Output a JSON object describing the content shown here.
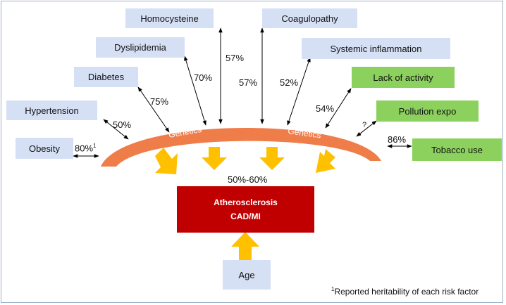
{
  "boxes": {
    "homocysteine": "Homocysteine",
    "coagulopathy": "Coagulopathy",
    "dyslipidemia": "Dyslipidemia",
    "systemic_inflammation": "Systemic inflammation",
    "diabetes": "Diabetes",
    "lack_of_activity": "Lack of activity",
    "hypertension": "Hypertension",
    "pollution": "Pollution expo",
    "obesity": "Obesity",
    "tobacco": "Tobacco use",
    "age": "Age",
    "outcome_line1": "Atherosclerosis",
    "outcome_line2": "CAD/MI"
  },
  "arc_labels": {
    "left": "Genetics",
    "right": "Genetics"
  },
  "percentages": {
    "obesity": "80%",
    "obesity_sup": "1",
    "hypertension": "50%",
    "diabetes": "75%",
    "dyslipidemia": "70%",
    "homocysteine": "57%",
    "coagulopathy": "57%",
    "systemic_inflammation": "52%",
    "lack_of_activity": "54%",
    "pollution": "?",
    "tobacco": "86%",
    "genetics_total": "50%-60%"
  },
  "footnote": {
    "sup": "1",
    "text": "Reported heritability of each risk factor"
  },
  "colors": {
    "arc": "#ef7d4a",
    "arrow": "#ffc000",
    "outcome": "#c00000",
    "blue_box": "#d6e0f5",
    "green_box": "#8cd15e"
  }
}
